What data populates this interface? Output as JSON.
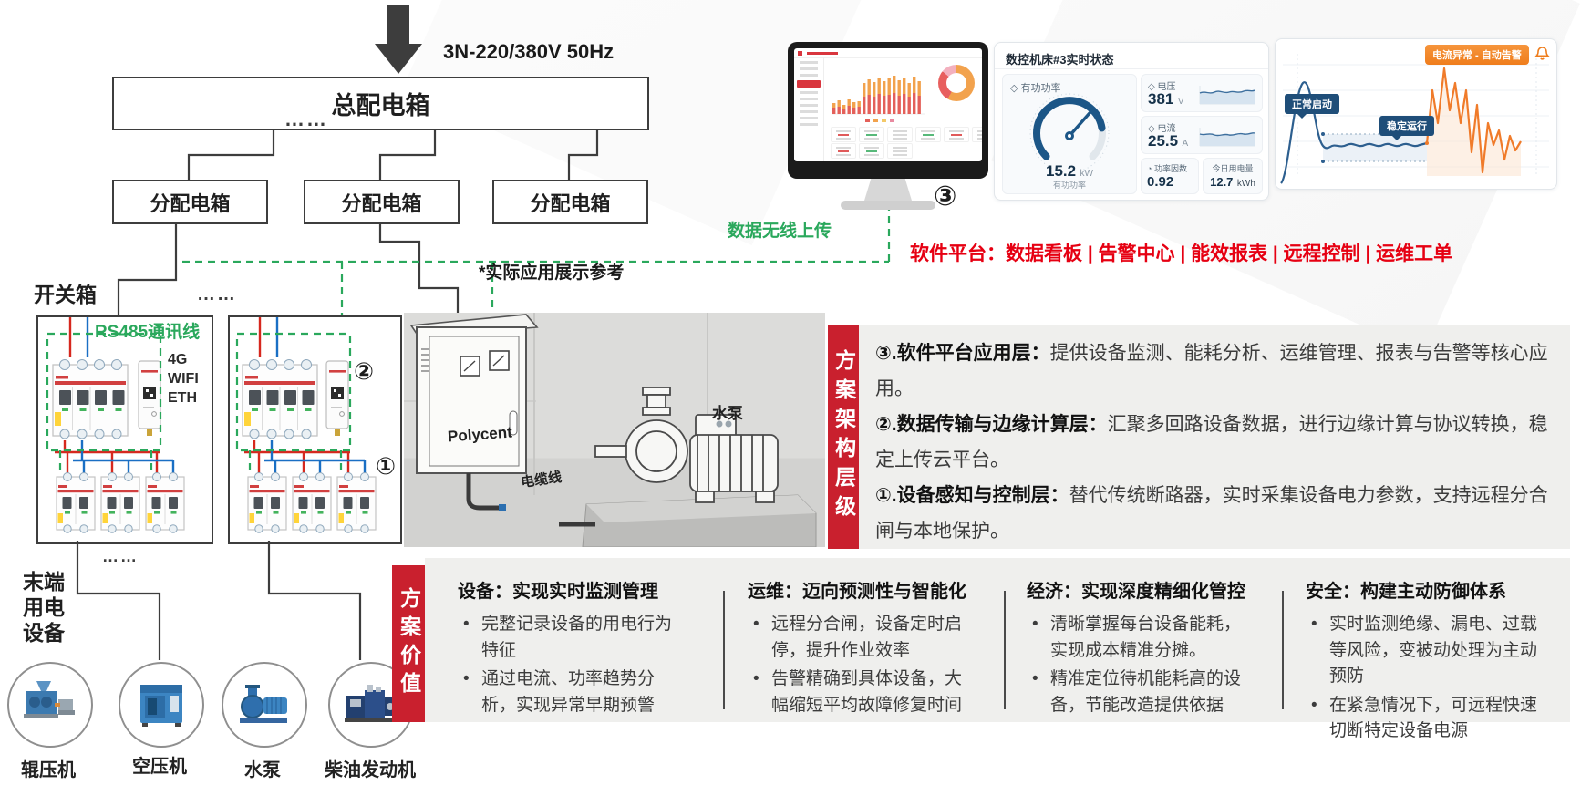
{
  "distribution": {
    "power_label": "3N-220/380V 50Hz",
    "main_box_label": "总配电箱",
    "ellipsis_top": "……",
    "dist_box_labels": [
      "分配电箱",
      "分配电箱",
      "分配电箱"
    ],
    "switch_box_label": "开关箱",
    "ellipsis_switch": "……",
    "rs485_label": "RS485通讯线",
    "comm_options": [
      "4G",
      "WIFI",
      "ETH"
    ],
    "ellipsis_bottom": "……",
    "end_device_lines": [
      "末端",
      "用电",
      "设备"
    ],
    "device_labels": [
      "辊压机",
      "空压机",
      "水泵",
      "柴油发动机"
    ],
    "marker_1": "①",
    "marker_2": "②",
    "marker_3": "③"
  },
  "field_demo": {
    "caption": "*实际应用展示参考",
    "cabinet_brand": "Polycent",
    "cable_label": "电缆线",
    "pump_label": "水泵"
  },
  "uplink_label": "数据无线上传",
  "software_banner": "软件平台：数据看板 | 告警中心 | 能效报表 | 远程控制 | 运维工单",
  "status_panel": {
    "title": "数控机床#3实时状态",
    "gauge_label": "有功功率",
    "gauge_value": "15.2",
    "gauge_unit": "kW",
    "gauge_sub": "有功功率",
    "voltage_label": "电压",
    "voltage_value": "381",
    "voltage_unit": "V",
    "current_label": "电流",
    "current_value": "25.5",
    "current_unit": "A",
    "pf_label": "功率因数",
    "pf_value": "0.92",
    "energy_label": "今日用电量",
    "energy_value": "12.7",
    "energy_unit": "kWh"
  },
  "trend_panel": {
    "alert_badge": "电流异常 - 自动告警",
    "start_badge": "正常启动",
    "steady_badge": "稳定运行"
  },
  "architecture": {
    "sidebar_title": "方案架构层级",
    "layers": [
      {
        "title": "③.软件平台应用层：",
        "desc": "提供设备监测、能耗分析、运维管理、报表与告警等核心应用。"
      },
      {
        "title": "②.数据传输与边缘计算层：",
        "desc": "汇聚多回路设备数据，进行边缘计算与协议转换，稳定上传云平台。"
      },
      {
        "title": "①.设备感知与控制层：",
        "desc": "替代传统断路器，实时采集设备电力参数，支持远程分合闸与本地保护。"
      }
    ]
  },
  "value_section": {
    "sidebar_title": "方案价值",
    "columns": [
      {
        "title": "设备：实现实时监测管理",
        "bullets": [
          "完整记录设备的用电行为特征",
          "通过电流、功率趋势分析，实现异常早期预警"
        ]
      },
      {
        "title": "运维：迈向预测性与智能化",
        "bullets": [
          "远程分合闸，设备定时启停，提升作业效率",
          "告警精确到具体设备，大幅缩短平均故障修复时间"
        ]
      },
      {
        "title": "经济：实现深度精细化管控",
        "bullets": [
          "清晰掌握每台设备能耗，实现成本精准分摊。",
          "精准定位待机能耗高的设备，节能改造提供依据"
        ]
      },
      {
        "title": "安全：构建主动防御体系",
        "bullets": [
          "实时监测绝缘、漏电、过载等风险，变被动处理为主动预防",
          "在紧急情况下，可远程快速切断特定设备电源"
        ]
      }
    ]
  }
}
